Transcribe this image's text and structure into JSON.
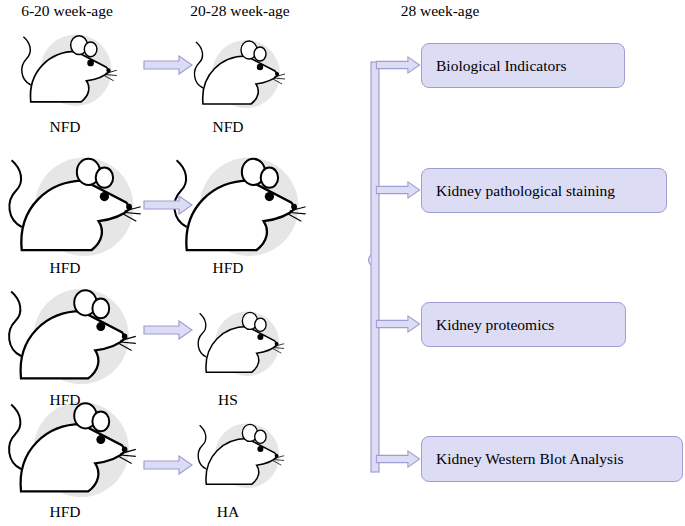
{
  "diagram": {
    "nodes": [
      {
        "text": [
          "Biological Indicators"
        ]
      },
      {
        "text": [
          "Kidney pathological staining"
        ]
      },
      {
        "text": [
          "Kidney proteomics"
        ]
      },
      {
        "text": [
          "Kidney Western Blot  Analysis"
        ]
      }
    ],
    "labels": [
      "6-20 week-age",
      "20-28 week-age",
      "28 week-age",
      "NFD",
      "NFD",
      "HFD",
      "HFD",
      "HFD",
      "HS",
      "HFD",
      "HA"
    ]
  }
}
